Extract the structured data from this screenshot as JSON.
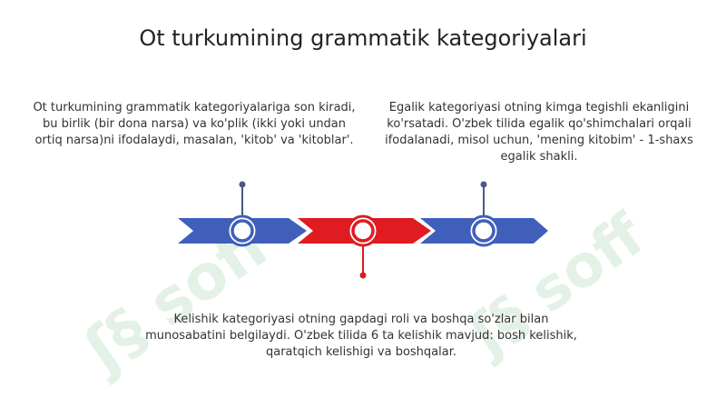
{
  "title": "Ot turkumining grammatik kategoriyalari",
  "blocks": [
    {
      "text": "Ot turkumining grammatik kategoriyalariga son kiradi, bu birlik (bir dona narsa) va ko'plik (ikki yoki undan ortiq narsa)ni ifodalaydi, masalan, 'kitob' va 'kitoblar'."
    },
    {
      "text": "Egalik kategoriyasi otning kimga tegishli ekanligini ko'rsatadi. O'zbek tilida egalik qo'shimchalari orqali ifodalanadi, misol uchun, 'mening kitobim' - 1-shaxs egalik shakli."
    },
    {
      "text": "Kelishik kategoriyasi otning gapdagi roli va boshqa so'zlar bilan munosabatini belgilaydi. O'zbek tilida 6 ta kelishik mavjud: bosh kelishik, qaratqich kelishigi va boshqalar."
    }
  ],
  "colors": {
    "blue": "#3f5fba",
    "red": "#e01b22",
    "connector_blue": "#4a5a8a",
    "watermark": "#2e9a4a"
  },
  "icons": [
    "watermark-logo-icon"
  ]
}
